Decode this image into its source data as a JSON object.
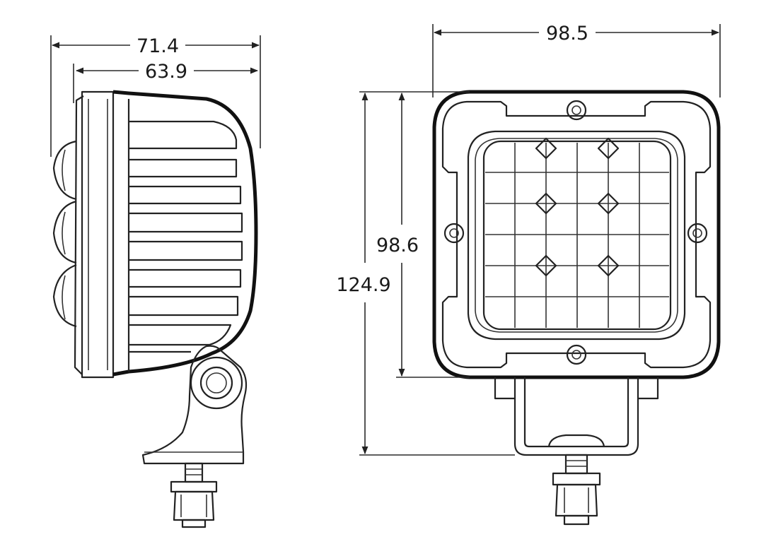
{
  "dimensions": {
    "side_overall_depth": "71.4",
    "side_housing_depth": "63.9",
    "front_width": "98.5",
    "front_housing_height": "98.6",
    "front_overall_height": "124.9"
  },
  "colors": {
    "line": "#111111",
    "background": "#ffffff"
  }
}
